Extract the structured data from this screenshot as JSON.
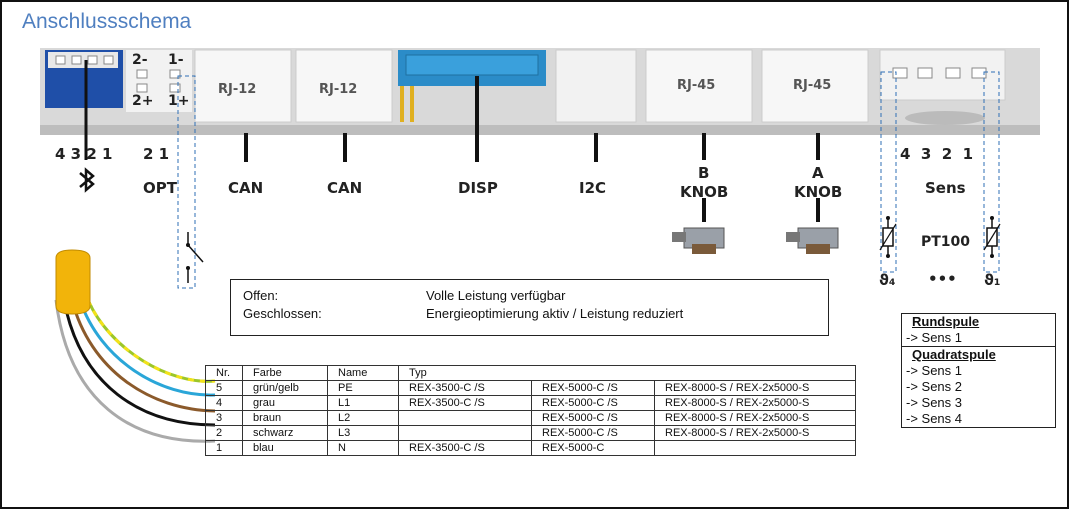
{
  "title": "Anschlussschema",
  "board": {
    "pins_2": "2-",
    "pins_1": "1-",
    "pins_2p": "2+",
    "pins_1p": "1+",
    "connector_rj12_a": "RJ-12",
    "connector_rj12_b": "RJ-12",
    "connector_rj45_a": "RJ-45",
    "connector_rj45_b": "RJ-45"
  },
  "ports": {
    "bt_pins": "4 3 2 1",
    "opt_pins": "2 1",
    "opt": "OPT",
    "can1": "CAN",
    "can2": "CAN",
    "disp": "DISP",
    "i2c": "I2C",
    "knob_b_letter": "B",
    "knob_b": "KNOB",
    "knob_a_letter": "A",
    "knob_a": "KNOB",
    "sens_pins": "4  3  2  1",
    "sens": "Sens",
    "pt100": "PT100",
    "theta4": "ϑ₄",
    "theta1": "ϑ₁",
    "dots": "•••"
  },
  "legend": {
    "open_label": "Offen:",
    "open_value": "Volle Leistung verfügbar",
    "closed_label": "Geschlossen:",
    "closed_value": "Energieoptimierung aktiv / Leistung reduziert"
  },
  "wires": {
    "headers": [
      "Nr.",
      "Farbe",
      "Name",
      "Typ"
    ],
    "rows": [
      {
        "nr": "5",
        "farbe": "grün/gelb",
        "name": "PE",
        "t1": "REX-3500-C /S",
        "t2": "REX-5000-C /S",
        "t3": "REX-8000-S / REX-2x5000-S"
      },
      {
        "nr": "4",
        "farbe": "grau",
        "name": "L1",
        "t1": "REX-3500-C /S",
        "t2": "REX-5000-C /S",
        "t3": "REX-8000-S / REX-2x5000-S"
      },
      {
        "nr": "3",
        "farbe": "braun",
        "name": "L2",
        "t1": "",
        "t2": "REX-5000-C /S",
        "t3": "REX-8000-S / REX-2x5000-S"
      },
      {
        "nr": "2",
        "farbe": "schwarz",
        "name": "L3",
        "t1": "",
        "t2": "REX-5000-C /S",
        "t3": "REX-8000-S / REX-2x5000-S"
      },
      {
        "nr": "1",
        "farbe": "blau",
        "name": "N",
        "t1": "REX-3500-C /S",
        "t2": "REX-5000-C",
        "t3": ""
      }
    ]
  },
  "coils": {
    "round_title": "Rundspule",
    "round_items": [
      "-> Sens 1"
    ],
    "square_title": "Quadratspule",
    "square_items": [
      "-> Sens 1",
      "-> Sens 2",
      "-> Sens 3",
      "-> Sens 4"
    ]
  },
  "colors": {
    "title": "#4f7fc0",
    "board": "#d4d4d4",
    "blue_connector": "#2b8cc8",
    "dark_blue": "#1f4fa8",
    "dashed": "#2f6fb5",
    "wire_pe_green": "#9cc62a",
    "wire_pe_yellow": "#f2e21a",
    "wire_grey": "#2aa6d8",
    "wire_brown": "#8b5a2b",
    "wire_black": "#111111",
    "wire_blue": "#aaaaaa",
    "sleeve": "#f2b40a"
  }
}
